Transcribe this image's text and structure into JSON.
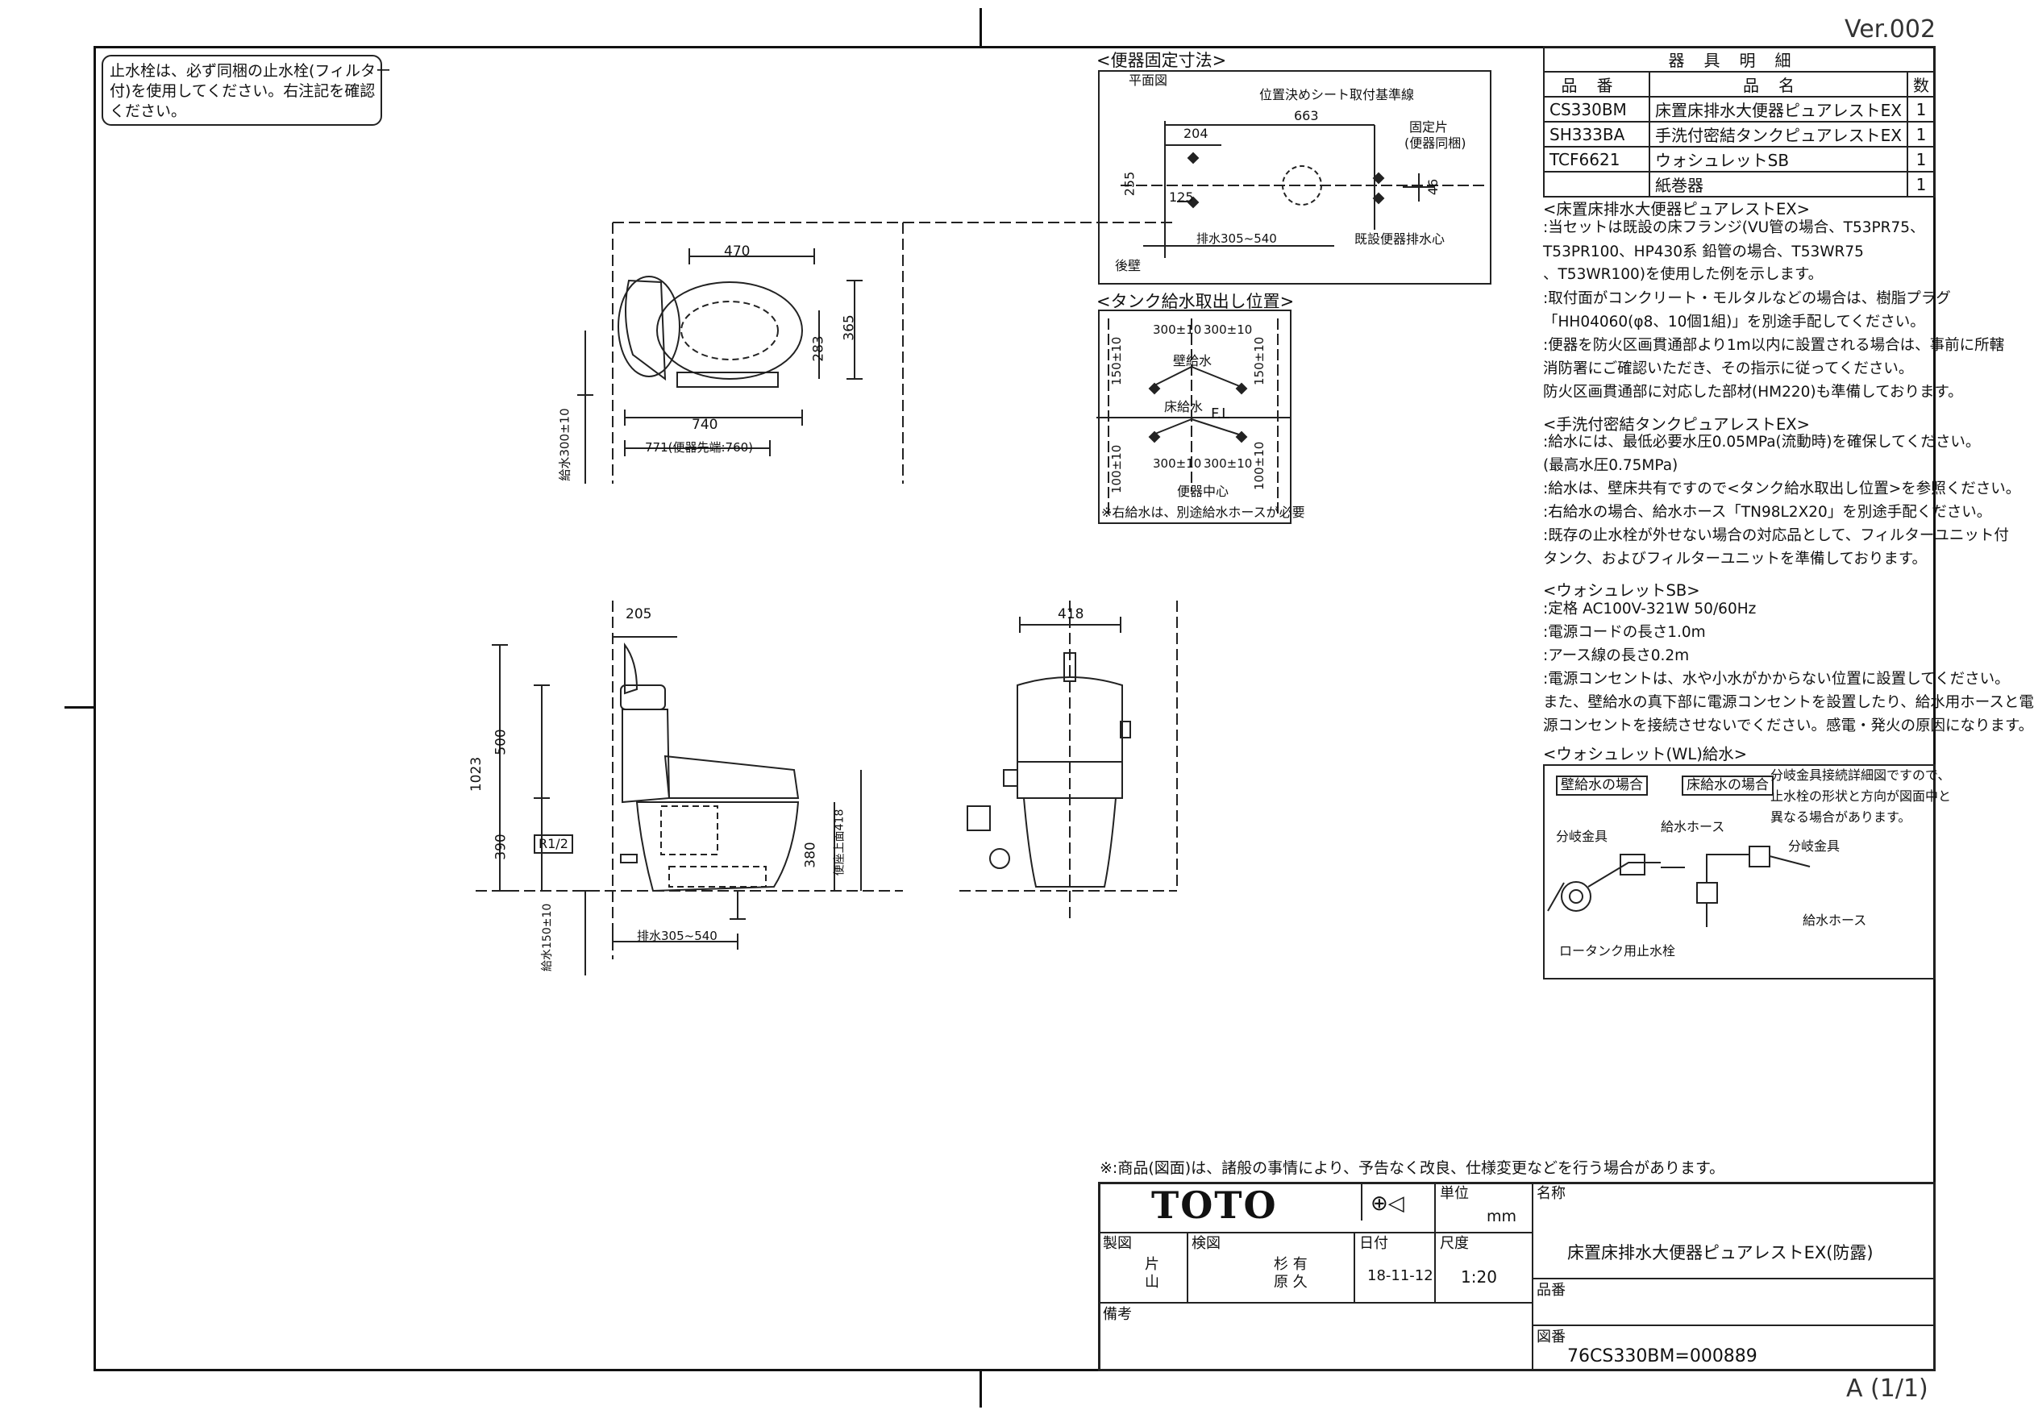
{
  "version": "Ver.002",
  "sheet_label": "A (1/1)",
  "top_note": [
    "止水栓は、必ず同梱の止水栓(フィルター",
    "付)を使用してください。右注記を確認",
    "ください。"
  ],
  "fixing": {
    "title": "<便器固定寸法>",
    "plan_label": "平面図",
    "sheet_line_label": "位置決めシート取付基準線",
    "fixing_piece_label": "固定片",
    "fixing_piece_note": "(便器同梱)",
    "dim_204": "204",
    "dim_663": "663",
    "dim_255": "255",
    "dim_125": "125",
    "dim_46": "46",
    "drain_range": "排水305~540",
    "existing_drain": "既設便器排水心",
    "rear_wall": "後壁"
  },
  "tank_supply": {
    "title": "<タンク給水取出し位置>",
    "dim_300_a": "300±10",
    "dim_300_b": "300±10",
    "dim_150_l": "150±10",
    "dim_150_r": "150±10",
    "dim_100_l": "100±10",
    "dim_100_r": "100±10",
    "wall_supply": "壁給水",
    "floor_supply": "床給水",
    "fl": "F.L",
    "toilet_center": "便器中心",
    "footnote": "※右給水は、別途給水ホースが必要"
  },
  "plan_view": {
    "dim_470": "470",
    "dim_365": "365",
    "dim_283": "283",
    "dim_740": "740",
    "dim_771": "771(便器先端:760)",
    "supply_300": "給水300±10"
  },
  "side_view": {
    "dim_205": "205",
    "dim_500": "500",
    "dim_1023": "1023",
    "dim_390": "390",
    "dim_380": "380",
    "seat_height": "便座上面418",
    "r12": "R1/2",
    "supply_150": "給水150±10",
    "drain_range": "排水305~540"
  },
  "front_view": {
    "dim_418": "418"
  },
  "parts_table": {
    "title": "器具明細",
    "headers": [
      "品番",
      "品名",
      "数"
    ],
    "rows": [
      {
        "code": "CS330BM",
        "name": "床置床排水大便器ピュアレストEX",
        "qty": "1"
      },
      {
        "code": "SH333BA",
        "name": "手洗付密結タンクピュアレストEX",
        "qty": "1"
      },
      {
        "code": "TCF6621",
        "name": "ウォシュレットSB",
        "qty": "1"
      },
      {
        "code": "",
        "name": "紙巻器",
        "qty": "1"
      }
    ]
  },
  "spec_notes": [
    {
      "text": "<床置床排水大便器ピュアレストEX>",
      "head": true
    },
    {
      "text": ":当セットは既設の床フランジ(VU管の場合、T53PR75、"
    },
    {
      "text": "  T53PR100、HP430系    鉛管の場合、T53WR75"
    },
    {
      "text": "  、T53WR100)を使用した例を示します。"
    },
    {
      "text": ":取付面がコンクリート・モルタルなどの場合は、樹脂プラグ"
    },
    {
      "text": "  「HH04060(φ8、10個1組)」を別途手配してください。"
    },
    {
      "text": ":便器を防火区画貫通部より1m以内に設置される場合は、事前に所轄"
    },
    {
      "text": "  消防署にご確認いただき、その指示に従ってください。"
    },
    {
      "text": "  防火区画貫通部に対応した部材(HM220)も準備しております。"
    },
    {
      "text": "<手洗付密結タンクピュアレストEX>",
      "head": true
    },
    {
      "text": ":給水には、最低必要水圧0.05MPa(流動時)を確保してください。"
    },
    {
      "text": "  (最高水圧0.75MPa)"
    },
    {
      "text": ":給水は、壁床共有ですので<タンク給水取出し位置>を参照ください。"
    },
    {
      "text": ":右給水の場合、給水ホース「TN98L2X20」を別途手配ください。"
    },
    {
      "text": ":既存の止水栓が外せない場合の対応品として、フィルターユニット付"
    },
    {
      "text": "  タンク、およびフィルターユニットを準備しております。"
    },
    {
      "text": "<ウォシュレットSB>",
      "head": true
    },
    {
      "text": ":定格 AC100V-321W 50/60Hz"
    },
    {
      "text": ":電源コードの長さ1.0m"
    },
    {
      "text": ":アース線の長さ0.2m"
    },
    {
      "text": ":電源コンセントは、水や小水がかからない位置に設置してください。"
    },
    {
      "text": "  また、壁給水の真下部に電源コンセントを設置したり、給水用ホースと電"
    },
    {
      "text": "  源コンセントを接続させないでください。感電・発火の原因になります。"
    },
    {
      "text": "<ウォシュレット(WL)給水>",
      "head": true
    }
  ],
  "wl_supply": {
    "wall_case": "壁給水の場合",
    "floor_case": "床給水の場合",
    "note": [
      "分岐金具接続詳細図ですので、",
      "止水栓の形状と方向が図面中と",
      "異なる場合があります。"
    ],
    "branch_fitting": "分岐金具",
    "supply_hose": "給水ホース",
    "branch_fitting_2": "分岐金具",
    "supply_hose_2": "給水ホース",
    "stop_valve": "ロータンク用止水栓"
  },
  "disclaimer": "※:商品(図面)は、諸般の事情により、予告なく改良、仕様変更などを行う場合があります。",
  "title_block": {
    "brand": "TOTO",
    "unit_label": "単位",
    "unit": "mm",
    "name_label": "名称",
    "product_name": "床置床排水大便器ピュアレストEX(防露)",
    "drawn_label": "製図",
    "drawn_by": "片\n山",
    "checked_label": "検図",
    "checked_by": "杉 有\n原 久",
    "date_label": "日付",
    "date": "18-11-12",
    "scale_label": "尺度",
    "scale": "1:20",
    "part_no_label": "品番",
    "remarks_label": "備考",
    "drawing_no_label": "図番",
    "drawing_no": "76CS330BM=000889"
  }
}
